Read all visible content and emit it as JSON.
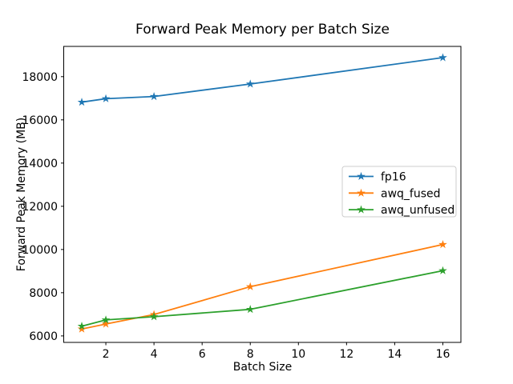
{
  "figure": {
    "background": "#ffffff",
    "text_color": "#000000",
    "spine_color": "#000000"
  },
  "chart_data": {
    "type": "line",
    "title": "Forward Peak Memory per Batch Size",
    "xlabel": "Batch Size",
    "ylabel": "Forward Peak Memory (MB)",
    "x": [
      1,
      2,
      4,
      8,
      16
    ],
    "series": [
      {
        "name": "fp16",
        "color": "#1f77b4",
        "marker": "star",
        "values": [
          16820,
          16980,
          17080,
          17660,
          18880
        ]
      },
      {
        "name": "awq_fused",
        "color": "#ff7f0e",
        "marker": "star",
        "values": [
          6320,
          6550,
          6990,
          8280,
          10230
        ]
      },
      {
        "name": "awq_unfused",
        "color": "#2ca02c",
        "marker": "star",
        "values": [
          6450,
          6740,
          6890,
          7230,
          9020
        ]
      }
    ],
    "xticks": [
      2,
      4,
      6,
      8,
      10,
      12,
      14,
      16
    ],
    "yticks": [
      6000,
      8000,
      10000,
      12000,
      14000,
      16000,
      18000
    ],
    "xlim": [
      0.25,
      16.75
    ],
    "ylim": [
      5700,
      19400
    ],
    "grid": false,
    "legend": {
      "position": "center-right",
      "entries": [
        "fp16",
        "awq_fused",
        "awq_unfused"
      ]
    }
  }
}
